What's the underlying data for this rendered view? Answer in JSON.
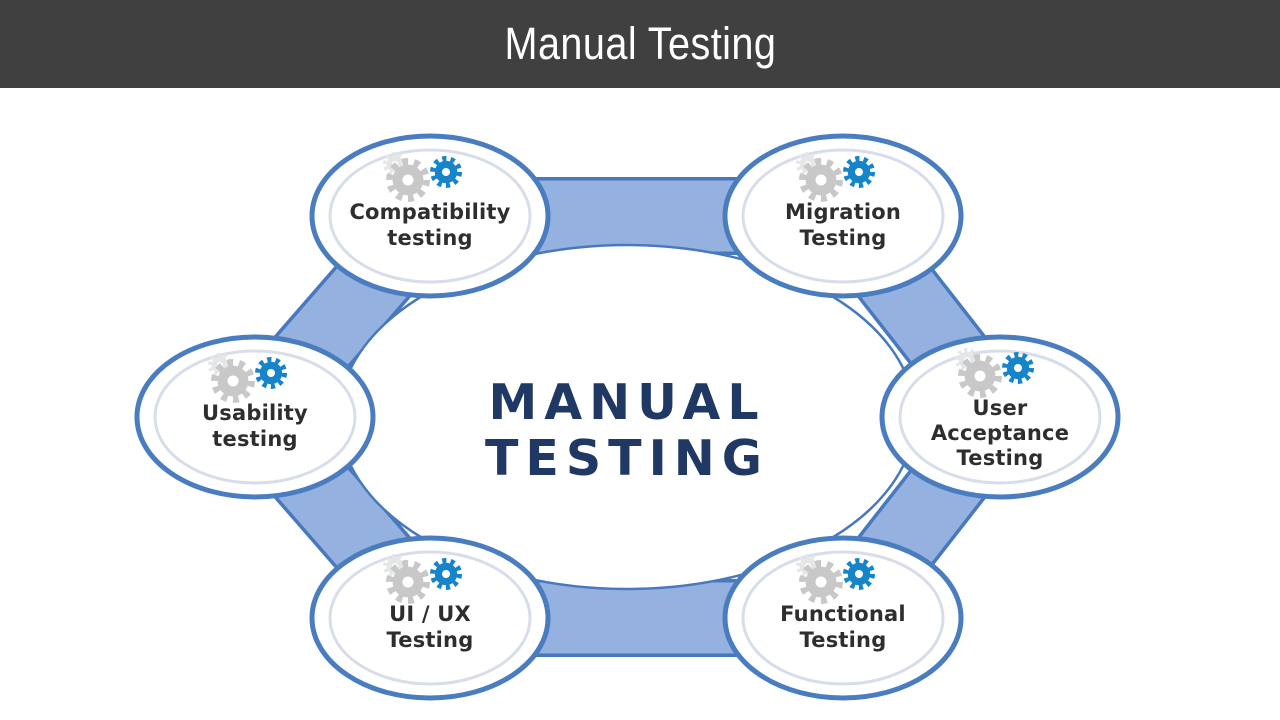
{
  "slide": {
    "title": "Manual Testing",
    "title_bar_color": "#404040",
    "title_text_color": "#FFFFFF"
  },
  "diagram": {
    "center_label_lines": [
      "MANUAL",
      "TESTING"
    ],
    "colors": {
      "band_fill": "#95B1DF",
      "band_border": "#4878BE",
      "node_border": "#4A7CC0",
      "inner_ring": "#D8DEE9",
      "center_text": "#1F3864",
      "label_text": "#2E2E2E",
      "gear_gray": "#C8C8C8",
      "gear_gray_light": "#E4E6E8",
      "gear_blue": "#1684C8"
    },
    "nodes": [
      {
        "id": "compatibility-testing",
        "lines": [
          "Compatibility",
          "testing"
        ]
      },
      {
        "id": "migration-testing",
        "lines": [
          "Migration",
          "Testing"
        ]
      },
      {
        "id": "usability-testing",
        "lines": [
          "Usability",
          "testing"
        ]
      },
      {
        "id": "user-acceptance-testing",
        "lines": [
          "User",
          "Acceptance",
          "Testing"
        ]
      },
      {
        "id": "ui-ux-testing",
        "lines": [
          "UI / UX",
          "Testing"
        ]
      },
      {
        "id": "functional-testing",
        "lines": [
          "Functional",
          "Testing"
        ]
      }
    ],
    "icon": "gears-icon"
  }
}
